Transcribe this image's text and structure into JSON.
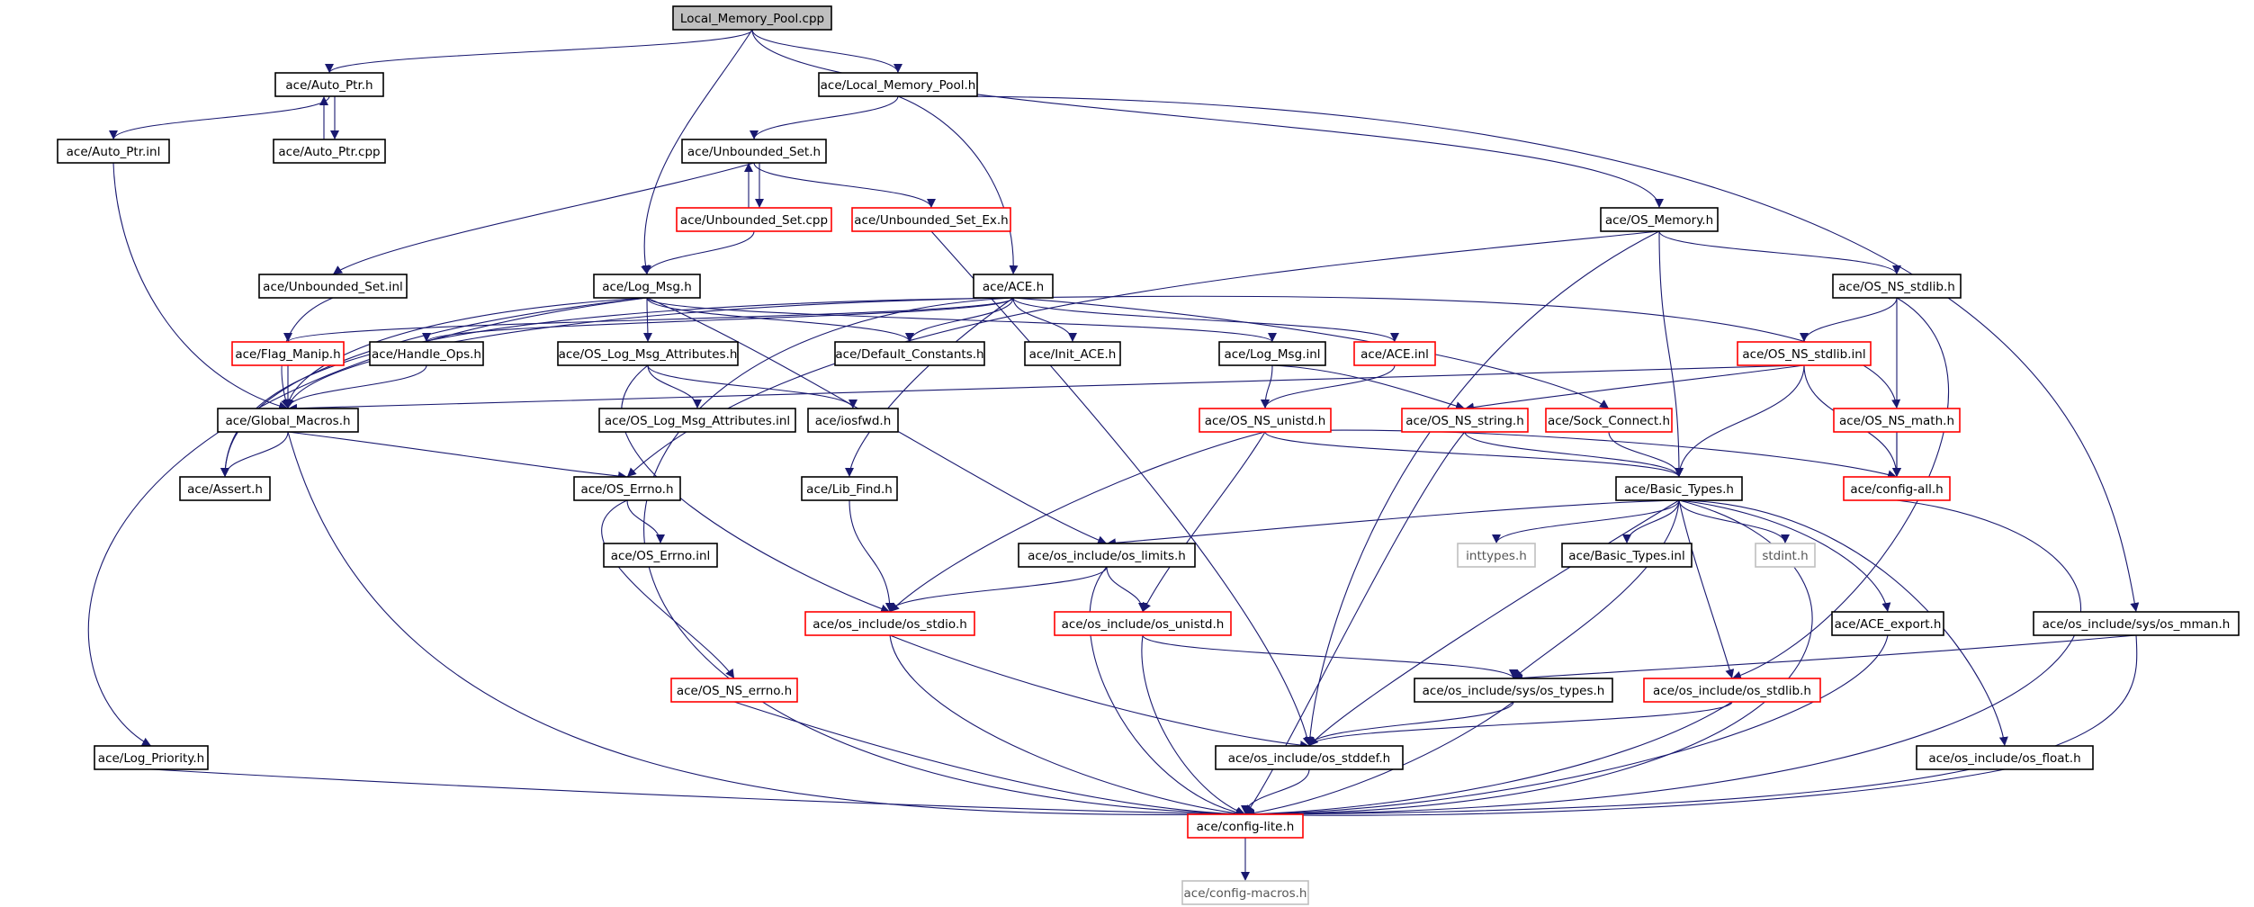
{
  "diagram": {
    "style": {
      "edge_color": "#191970",
      "root_fill": "#bfbfbf",
      "normal_border": "#000000",
      "truncated_border": "#ff0000",
      "missing_border": "#bfbfbf",
      "missing_text": "#555555",
      "text_color": "#000000"
    },
    "nodes": [
      {
        "id": "lmp_cpp",
        "label": "Local_Memory_Pool.cpp",
        "kind": "root"
      },
      {
        "id": "auto_ptr_h",
        "label": "ace/Auto_Ptr.h",
        "kind": "normal"
      },
      {
        "id": "lmp_h",
        "label": "ace/Local_Memory_Pool.h",
        "kind": "normal"
      },
      {
        "id": "auto_ptr_inl",
        "label": "ace/Auto_Ptr.inl",
        "kind": "normal"
      },
      {
        "id": "auto_ptr_cpp",
        "label": "ace/Auto_Ptr.cpp",
        "kind": "normal"
      },
      {
        "id": "unb_set_h",
        "label": "ace/Unbounded_Set.h",
        "kind": "normal"
      },
      {
        "id": "unb_set_cpp",
        "label": "ace/Unbounded_Set.cpp",
        "kind": "truncated"
      },
      {
        "id": "unb_set_ex",
        "label": "ace/Unbounded_Set_Ex.h",
        "kind": "truncated"
      },
      {
        "id": "os_memory",
        "label": "ace/OS_Memory.h",
        "kind": "normal"
      },
      {
        "id": "unb_set_inl",
        "label": "ace/Unbounded_Set.inl",
        "kind": "normal"
      },
      {
        "id": "log_msg_h",
        "label": "ace/Log_Msg.h",
        "kind": "normal"
      },
      {
        "id": "ace_h",
        "label": "ace/ACE.h",
        "kind": "normal"
      },
      {
        "id": "os_ns_stdlib_h",
        "label": "ace/OS_NS_stdlib.h",
        "kind": "normal"
      },
      {
        "id": "flag_manip",
        "label": "ace/Flag_Manip.h",
        "kind": "truncated"
      },
      {
        "id": "handle_ops",
        "label": "ace/Handle_Ops.h",
        "kind": "normal"
      },
      {
        "id": "os_log_attr_h",
        "label": "ace/OS_Log_Msg_Attributes.h",
        "kind": "normal"
      },
      {
        "id": "default_const",
        "label": "ace/Default_Constants.h",
        "kind": "normal"
      },
      {
        "id": "init_ace",
        "label": "ace/Init_ACE.h",
        "kind": "normal"
      },
      {
        "id": "log_msg_inl",
        "label": "ace/Log_Msg.inl",
        "kind": "normal"
      },
      {
        "id": "ace_inl",
        "label": "ace/ACE.inl",
        "kind": "truncated"
      },
      {
        "id": "os_ns_stdlib_inl",
        "label": "ace/OS_NS_stdlib.inl",
        "kind": "truncated"
      },
      {
        "id": "global_macros",
        "label": "ace/Global_Macros.h",
        "kind": "normal"
      },
      {
        "id": "os_log_attr_inl",
        "label": "ace/OS_Log_Msg_Attributes.inl",
        "kind": "normal"
      },
      {
        "id": "iosfwd",
        "label": "ace/iosfwd.h",
        "kind": "normal"
      },
      {
        "id": "os_ns_unistd",
        "label": "ace/OS_NS_unistd.h",
        "kind": "truncated"
      },
      {
        "id": "os_ns_string",
        "label": "ace/OS_NS_string.h",
        "kind": "truncated"
      },
      {
        "id": "sock_connect",
        "label": "ace/Sock_Connect.h",
        "kind": "truncated"
      },
      {
        "id": "os_ns_math",
        "label": "ace/OS_NS_math.h",
        "kind": "truncated"
      },
      {
        "id": "assert_h",
        "label": "ace/Assert.h",
        "kind": "normal"
      },
      {
        "id": "os_errno_h",
        "label": "ace/OS_Errno.h",
        "kind": "normal"
      },
      {
        "id": "lib_find",
        "label": "ace/Lib_Find.h",
        "kind": "normal"
      },
      {
        "id": "basic_types_h",
        "label": "ace/Basic_Types.h",
        "kind": "normal"
      },
      {
        "id": "config_all",
        "label": "ace/config-all.h",
        "kind": "truncated"
      },
      {
        "id": "os_errno_inl",
        "label": "ace/OS_Errno.inl",
        "kind": "normal"
      },
      {
        "id": "os_limits",
        "label": "ace/os_include/os_limits.h",
        "kind": "normal"
      },
      {
        "id": "inttypes",
        "label": "inttypes.h",
        "kind": "missing"
      },
      {
        "id": "basic_types_inl",
        "label": "ace/Basic_Types.inl",
        "kind": "normal"
      },
      {
        "id": "stdint",
        "label": "stdint.h",
        "kind": "missing"
      },
      {
        "id": "os_stdio",
        "label": "ace/os_include/os_stdio.h",
        "kind": "truncated"
      },
      {
        "id": "os_unistd",
        "label": "ace/os_include/os_unistd.h",
        "kind": "truncated"
      },
      {
        "id": "ace_export",
        "label": "ace/ACE_export.h",
        "kind": "normal"
      },
      {
        "id": "os_mman",
        "label": "ace/os_include/sys/os_mman.h",
        "kind": "normal"
      },
      {
        "id": "os_ns_errno",
        "label": "ace/OS_NS_errno.h",
        "kind": "truncated"
      },
      {
        "id": "os_types",
        "label": "ace/os_include/sys/os_types.h",
        "kind": "normal"
      },
      {
        "id": "os_stdlib",
        "label": "ace/os_include/os_stdlib.h",
        "kind": "truncated"
      },
      {
        "id": "log_priority",
        "label": "ace/Log_Priority.h",
        "kind": "normal"
      },
      {
        "id": "os_stddef",
        "label": "ace/os_include/os_stddef.h",
        "kind": "normal"
      },
      {
        "id": "os_float",
        "label": "ace/os_include/os_float.h",
        "kind": "normal"
      },
      {
        "id": "config_lite",
        "label": "ace/config-lite.h",
        "kind": "truncated"
      },
      {
        "id": "config_macros",
        "label": "ace/config-macros.h",
        "kind": "missing"
      }
    ],
    "edges": [
      [
        "lmp_cpp",
        "auto_ptr_h"
      ],
      [
        "lmp_cpp",
        "lmp_h"
      ],
      [
        "lmp_cpp",
        "log_msg_h"
      ],
      [
        "lmp_cpp",
        "os_memory"
      ],
      [
        "auto_ptr_h",
        "auto_ptr_inl"
      ],
      [
        "auto_ptr_h",
        "auto_ptr_cpp"
      ],
      [
        "auto_ptr_cpp",
        "auto_ptr_h"
      ],
      [
        "auto_ptr_inl",
        "global_macros"
      ],
      [
        "lmp_h",
        "unb_set_h"
      ],
      [
        "lmp_h",
        "ace_h"
      ],
      [
        "lmp_h",
        "os_mman"
      ],
      [
        "unb_set_h",
        "unb_set_cpp"
      ],
      [
        "unb_set_cpp",
        "unb_set_h"
      ],
      [
        "unb_set_h",
        "unb_set_ex"
      ],
      [
        "unb_set_h",
        "unb_set_inl"
      ],
      [
        "unb_set_cpp",
        "log_msg_h"
      ],
      [
        "unb_set_ex",
        "os_stddef"
      ],
      [
        "unb_set_inl",
        "global_macros"
      ],
      [
        "os_memory",
        "os_ns_stdlib_h"
      ],
      [
        "os_memory",
        "basic_types_h"
      ],
      [
        "os_memory",
        "os_errno_h"
      ],
      [
        "os_memory",
        "os_stddef"
      ],
      [
        "log_msg_h",
        "default_const"
      ],
      [
        "log_msg_h",
        "log_msg_inl"
      ],
      [
        "log_msg_h",
        "os_log_attr_h"
      ],
      [
        "log_msg_h",
        "global_macros"
      ],
      [
        "log_msg_h",
        "assert_h"
      ],
      [
        "log_msg_h",
        "log_priority"
      ],
      [
        "log_msg_h",
        "os_limits"
      ],
      [
        "ace_h",
        "flag_manip"
      ],
      [
        "ace_h",
        "handle_ops"
      ],
      [
        "ace_h",
        "default_const"
      ],
      [
        "ace_h",
        "init_ace"
      ],
      [
        "ace_h",
        "ace_inl"
      ],
      [
        "ace_h",
        "sock_connect"
      ],
      [
        "ace_h",
        "os_ns_math"
      ],
      [
        "ace_h",
        "lib_find"
      ],
      [
        "ace_h",
        "global_macros"
      ],
      [
        "ace_h",
        "assert_h"
      ],
      [
        "ace_h",
        "config_lite"
      ],
      [
        "os_ns_stdlib_h",
        "os_ns_stdlib_inl"
      ],
      [
        "os_ns_stdlib_h",
        "config_all"
      ],
      [
        "os_ns_stdlib_h",
        "os_stdlib"
      ],
      [
        "flag_manip",
        "global_macros"
      ],
      [
        "handle_ops",
        "global_macros"
      ],
      [
        "os_log_attr_h",
        "os_log_attr_inl"
      ],
      [
        "os_log_attr_h",
        "iosfwd"
      ],
      [
        "os_log_attr_h",
        "os_stdio"
      ],
      [
        "log_msg_inl",
        "os_ns_unistd"
      ],
      [
        "log_msg_inl",
        "os_ns_string"
      ],
      [
        "ace_inl",
        "os_ns_unistd"
      ],
      [
        "os_ns_stdlib_inl",
        "global_macros"
      ],
      [
        "os_ns_stdlib_inl",
        "os_ns_string"
      ],
      [
        "os_ns_stdlib_inl",
        "basic_types_h"
      ],
      [
        "os_ns_stdlib_inl",
        "config_all"
      ],
      [
        "global_macros",
        "assert_h"
      ],
      [
        "global_macros",
        "os_errno_h"
      ],
      [
        "global_macros",
        "config_lite"
      ],
      [
        "os_ns_unistd",
        "basic_types_h"
      ],
      [
        "os_ns_unistd",
        "config_all"
      ],
      [
        "os_ns_unistd",
        "os_stdio"
      ],
      [
        "os_ns_unistd",
        "os_unistd"
      ],
      [
        "os_ns_string",
        "basic_types_h"
      ],
      [
        "os_ns_string",
        "config_lite"
      ],
      [
        "sock_connect",
        "basic_types_h"
      ],
      [
        "os_ns_math",
        "config_all"
      ],
      [
        "os_errno_h",
        "os_errno_inl"
      ],
      [
        "os_errno_h",
        "os_ns_errno"
      ],
      [
        "lib_find",
        "os_stdio"
      ],
      [
        "basic_types_h",
        "os_limits"
      ],
      [
        "basic_types_h",
        "inttypes"
      ],
      [
        "basic_types_h",
        "basic_types_inl"
      ],
      [
        "basic_types_h",
        "stdint"
      ],
      [
        "basic_types_h",
        "ace_export"
      ],
      [
        "basic_types_h",
        "os_types"
      ],
      [
        "basic_types_h",
        "os_stdlib"
      ],
      [
        "basic_types_h",
        "os_stddef"
      ],
      [
        "basic_types_h",
        "os_float"
      ],
      [
        "basic_types_h",
        "config_lite"
      ],
      [
        "config_all",
        "config_lite"
      ],
      [
        "os_limits",
        "os_stdio"
      ],
      [
        "os_limits",
        "os_unistd"
      ],
      [
        "os_limits",
        "config_lite"
      ],
      [
        "os_stdio",
        "os_stddef"
      ],
      [
        "os_stdio",
        "config_lite"
      ],
      [
        "os_unistd",
        "os_types"
      ],
      [
        "os_unistd",
        "config_lite"
      ],
      [
        "ace_export",
        "config_lite"
      ],
      [
        "os_mman",
        "os_types"
      ],
      [
        "os_mman",
        "config_lite"
      ],
      [
        "os_ns_errno",
        "config_lite"
      ],
      [
        "os_types",
        "os_stddef"
      ],
      [
        "os_types",
        "config_lite"
      ],
      [
        "os_stdlib",
        "os_stddef"
      ],
      [
        "os_stdlib",
        "config_lite"
      ],
      [
        "log_priority",
        "config_lite"
      ],
      [
        "os_stddef",
        "config_lite"
      ],
      [
        "os_float",
        "config_lite"
      ],
      [
        "config_lite",
        "config_macros"
      ]
    ]
  }
}
